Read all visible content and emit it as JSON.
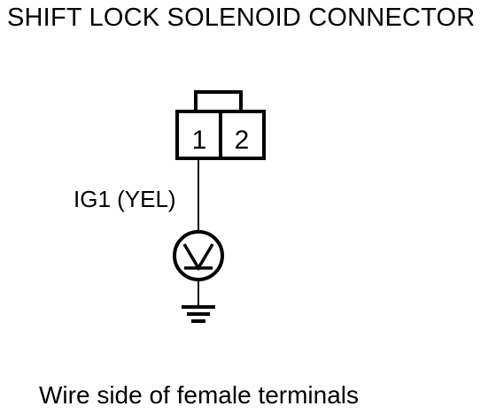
{
  "title": "SHIFT LOCK SOLENOID CONNECTOR",
  "connector": {
    "terminal_1": "1",
    "terminal_2": "2"
  },
  "wire_label": "IG1 (YEL)",
  "meter_symbol": "voltmeter-icon",
  "ground_symbol": "ground-icon",
  "footer": "Wire side of female terminals"
}
